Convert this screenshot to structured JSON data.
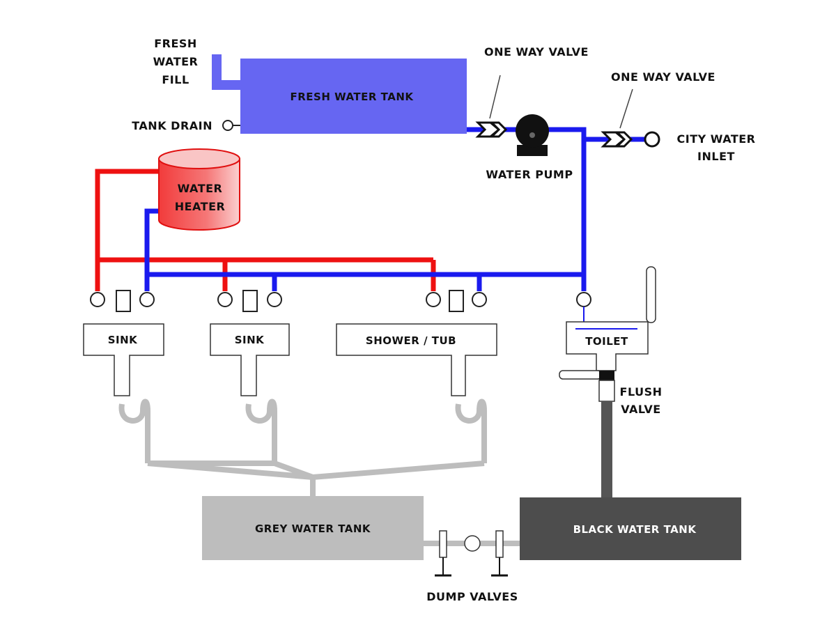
{
  "labels": {
    "fresh_water_fill": [
      "FRESH",
      "WATER",
      "FILL"
    ],
    "fresh_water_tank": "FRESH WATER TANK",
    "tank_drain": "TANK DRAIN",
    "one_way_valve_1": "ONE WAY VALVE",
    "one_way_valve_2": "ONE WAY VALVE",
    "water_pump": "WATER PUMP",
    "city_water_inlet": [
      "CITY WATER",
      "INLET"
    ],
    "water_heater": [
      "WATER",
      "HEATER"
    ],
    "sink_1": "SINK",
    "sink_2": "SINK",
    "shower_tub": "SHOWER / TUB",
    "toilet": "TOILET",
    "flush_valve": [
      "FLUSH",
      "VALVE"
    ],
    "grey_water_tank": "GREY WATER TANK",
    "black_water_tank": "BLACK WATER TANK",
    "dump_valves": "DUMP VALVES"
  },
  "colors": {
    "fresh_tank": "#6666f2",
    "cold_line": "#1a1aee",
    "hot_line": "#ee1111",
    "heater": "#f04545",
    "grey_pipe": "#bdbdbd",
    "grey_tank": "#bdbdbd",
    "black_tank": "#4d4d4d",
    "black_pipe": "#555555"
  }
}
